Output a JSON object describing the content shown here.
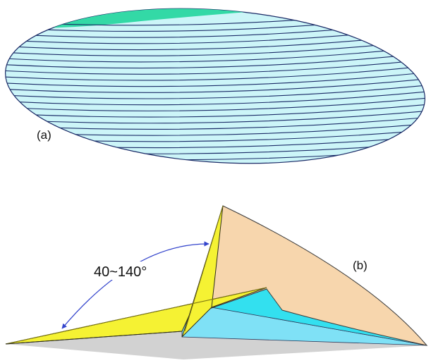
{
  "figure": {
    "panel_a_label": "(a)",
    "panel_b_label": "(b)",
    "angle_label": "40~140°"
  },
  "colors": {
    "ellipsoid_fill": "#ccf5f8",
    "ellipsoid_top": "#33d9a6",
    "contour_line": "#1a2a66",
    "wing_yellow": "#f5f233",
    "wing_yellow_dark": "#d8cf1f",
    "sail_peach": "#f7d6ad",
    "cyan_bright": "#33e0ef",
    "cyan_light": "#7fe1f6",
    "base_gray": "#d2d2d2",
    "arrow_blue": "#3344cc"
  }
}
